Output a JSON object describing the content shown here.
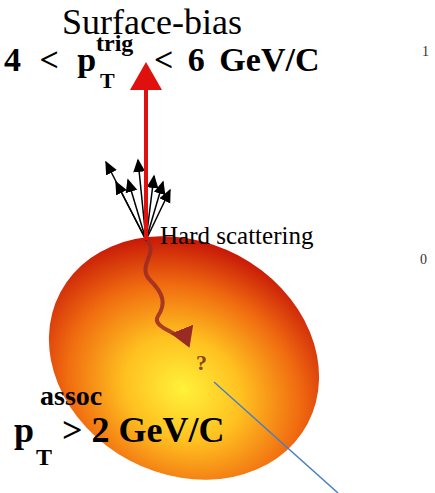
{
  "diagram": {
    "title": "Surface-bias",
    "labels": [
      "4 < p",
      "trig",
      "T",
      "< 6 GeV/C",
      "Hard scattering",
      "?",
      "assoc",
      "p",
      "T",
      "> 2 GeV/C",
      "1",
      "0"
    ]
  }
}
